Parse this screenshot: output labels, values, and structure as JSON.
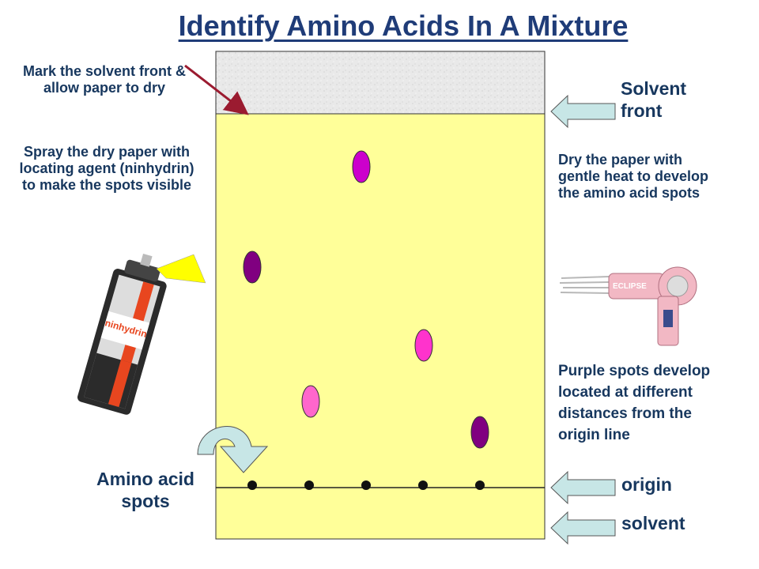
{
  "title": "Identify Amino Acids In A Mixture",
  "labels": {
    "mark_solvent_front": "Mark the solvent front & allow paper to dry",
    "spray_instruction": "Spray the dry paper with locating agent (ninhydrin) to make the spots visible",
    "solvent_front": "Solvent front",
    "dry_instruction": "Dry the paper with gentle heat to develop the amino acid spots",
    "purple_spots": "Purple spots develop located at different distances from the origin line",
    "amino_acid_spots": "Amino acid spots",
    "origin": "origin",
    "solvent": "solvent",
    "can_label": "ninhydrin",
    "dryer_brand": "ECLIPSE"
  },
  "colors": {
    "title": "#1f3c78",
    "text": "#17375e",
    "paper": "#ffff99",
    "solvent_region": "#e8e8e8",
    "arrow_fill": "#c7e6e6",
    "pointer_arrow": "#9b1b30",
    "spot_magenta": "#cc00cc",
    "spot_purple": "#800080",
    "spot_pink": "#ff33cc",
    "spot_light_pink": "#ff66cc"
  }
}
